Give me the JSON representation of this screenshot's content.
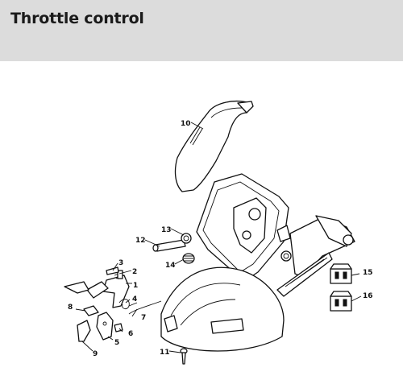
{
  "header": {
    "title": "Throttle control"
  },
  "callouts": [
    "1",
    "2",
    "3",
    "4",
    "5",
    "6",
    "7",
    "8",
    "9",
    "10",
    "11",
    "12",
    "13",
    "14",
    "15",
    "16"
  ]
}
